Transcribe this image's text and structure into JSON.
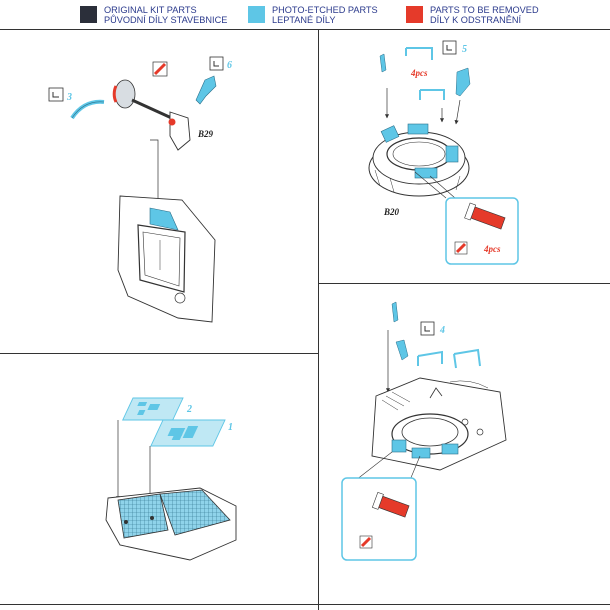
{
  "legend": {
    "original": {
      "line1": "ORIGINAL KIT PARTS",
      "line2": "PŮVODNÍ DÍLY STAVEBNICE",
      "color": "#2b2f3a"
    },
    "etched": {
      "line1": "PHOTO-ETCHED PARTS",
      "line2": "LEPTANÉ DÍLY",
      "color": "#5ec6e6"
    },
    "remove": {
      "line1": "PARTS TO BE REMOVED",
      "line2": "DÍLY K ODSTRANĚNÍ",
      "color": "#e53a2a"
    }
  },
  "colors": {
    "etched": "#5ec6e6",
    "remove": "#e53a2a",
    "line": "#333333",
    "label": "#2b3a8c"
  },
  "steps": {
    "s3": {
      "num": "3",
      "icon": "bend-icon"
    },
    "s6": {
      "num": "6",
      "icon": "bend-icon"
    },
    "s5": {
      "num": "5",
      "icon": "bend-icon"
    },
    "s4": {
      "num": "4",
      "icon": "bend-icon"
    },
    "s2": {
      "num": "2"
    },
    "s1": {
      "num": "1"
    }
  },
  "parts": {
    "b29": "B29",
    "b20": "B20",
    "qty_top": "4pcs",
    "qty_callout": "4pcs"
  }
}
